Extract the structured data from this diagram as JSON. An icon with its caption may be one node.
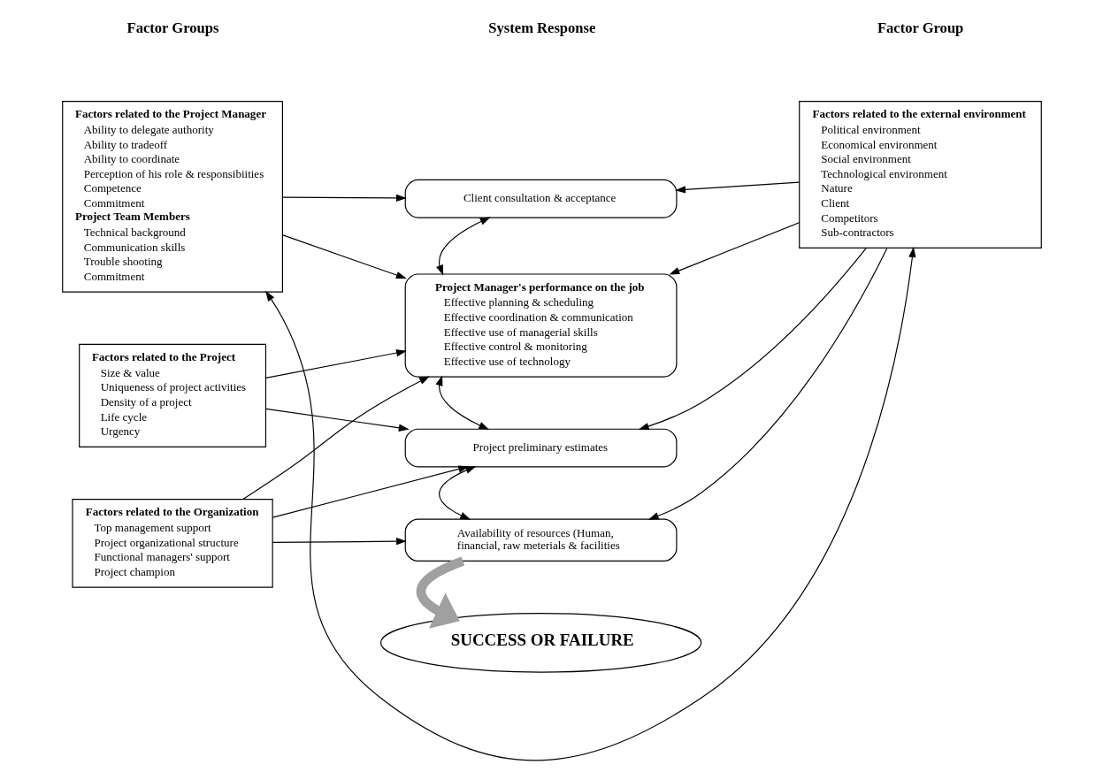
{
  "diagram": {
    "nodes": [
      {
        "text": [
          "Factors related to the Project Manager",
          "Ability to delegate authority",
          "Ability to tradeoff",
          "Ability to coordinate",
          "Perception of his role & responsibiities",
          "Competence",
          "Commitment",
          "Project Team Members",
          "Technical background",
          "Communication skills",
          "Trouble shooting",
          "Commitment"
        ]
      },
      {
        "text": [
          "Factors related to the Project",
          "Size & value",
          "Uniqueness of project activities",
          "Density of a project",
          "Life cycle",
          "Urgency"
        ]
      },
      {
        "text": [
          "Factors related to the Organization",
          "Top management support",
          "Project organizational structure",
          "Functional managers' support",
          "Project champion"
        ]
      },
      {
        "text": [
          "Client consultation & acceptance"
        ]
      },
      {
        "text": [
          "Project Manager's performance on the job",
          "Effective planning & scheduling",
          "Effective coordination & communication",
          "Effective use of managerial skills",
          "Effective control & monitoring",
          "Effective use of technology"
        ]
      },
      {
        "text": [
          "Project preliminary estimates"
        ]
      },
      {
        "text": [
          "Availability of resources (Human, financial, raw meterials & facilities"
        ]
      },
      {
        "text": [
          "Factors related to the external environment",
          "Political environment",
          "Economical environment",
          "Social environment",
          "Technological environment",
          "Nature",
          "Client",
          "Competitors",
          "Sub-contractors"
        ]
      },
      {
        "text": [
          "SUCCESS OR FAILURE"
        ]
      }
    ],
    "edges": [
      {
        "from": 0,
        "to": 3,
        "arrow": "to"
      },
      {
        "from": 0,
        "to": 4,
        "arrow": "to"
      },
      {
        "from": 1,
        "to": 4,
        "arrow": "to"
      },
      {
        "from": 1,
        "to": 5,
        "arrow": "to"
      },
      {
        "from": 2,
        "to": 4,
        "arrow": "to"
      },
      {
        "from": 2,
        "to": 5,
        "arrow": "to"
      },
      {
        "from": 2,
        "to": 6,
        "arrow": "to"
      },
      {
        "from": 7,
        "to": 3,
        "arrow": "to"
      },
      {
        "from": 7,
        "to": 4,
        "arrow": "to"
      },
      {
        "from": 7,
        "to": 5,
        "arrow": "to"
      },
      {
        "from": 7,
        "to": 6,
        "arrow": "to"
      },
      {
        "from": 3,
        "to": 4,
        "arrow": "both"
      },
      {
        "from": 4,
        "to": 5,
        "arrow": "both"
      },
      {
        "from": 5,
        "to": 6,
        "arrow": "both"
      },
      {
        "from": 7,
        "to": 0,
        "arrow": "both"
      },
      {
        "from": 6,
        "to": 8,
        "arrow": "to",
        "style": "thick",
        "color": "#a0a0a0"
      }
    ],
    "labels": [
      "Factor Groups",
      "System Response",
      "Factor Group"
    ]
  }
}
